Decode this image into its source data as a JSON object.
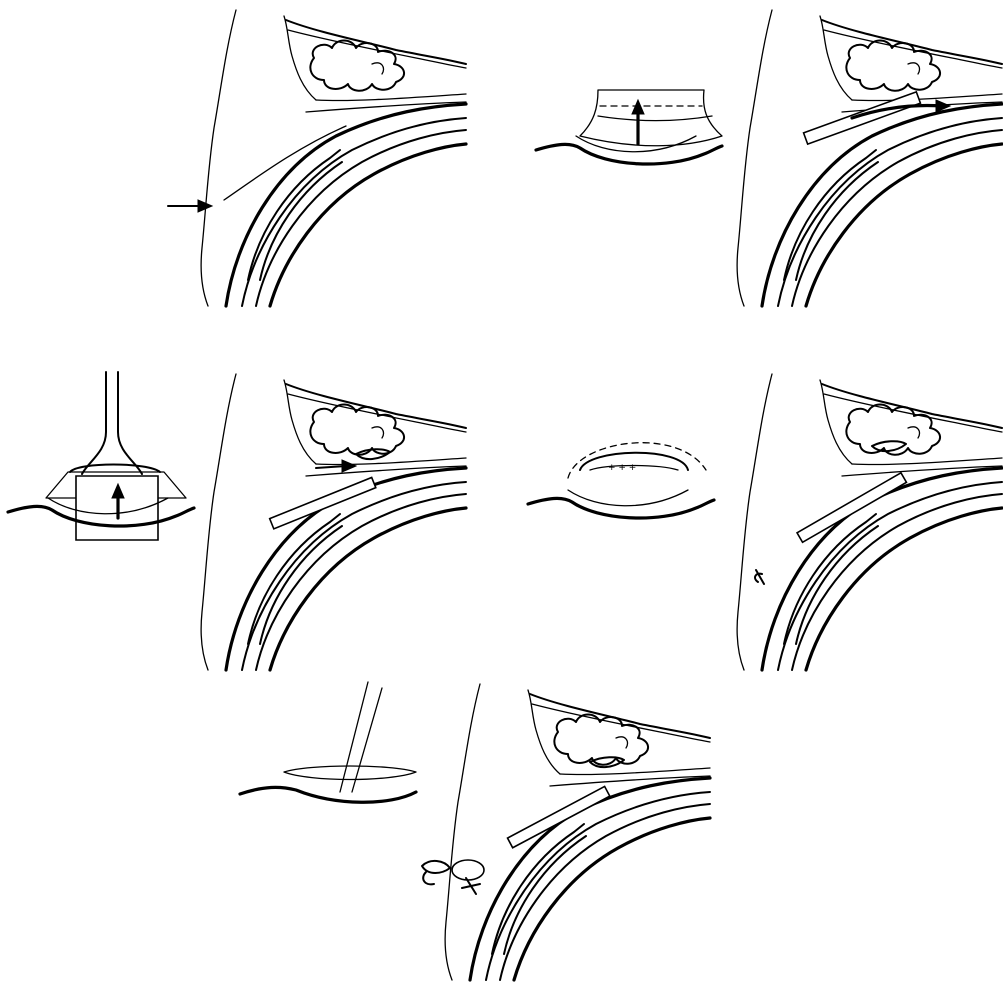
{
  "figure": {
    "panels": [
      {
        "id": "panel-1",
        "views": [
          "eyelid-section"
        ]
      },
      {
        "id": "panel-2",
        "views": [
          "lid-margin-detail",
          "eyelid-section"
        ]
      },
      {
        "id": "panel-3",
        "views": [
          "forceps-lid-margin-detail",
          "eyelid-section"
        ]
      },
      {
        "id": "panel-4",
        "views": [
          "lid-margin-detail",
          "eyelid-section"
        ]
      },
      {
        "id": "panel-5",
        "views": [
          "suture-lid-margin-detail",
          "eyelid-section"
        ]
      }
    ]
  },
  "colors": {
    "ink": "#000000",
    "paper": "#ffffff"
  }
}
